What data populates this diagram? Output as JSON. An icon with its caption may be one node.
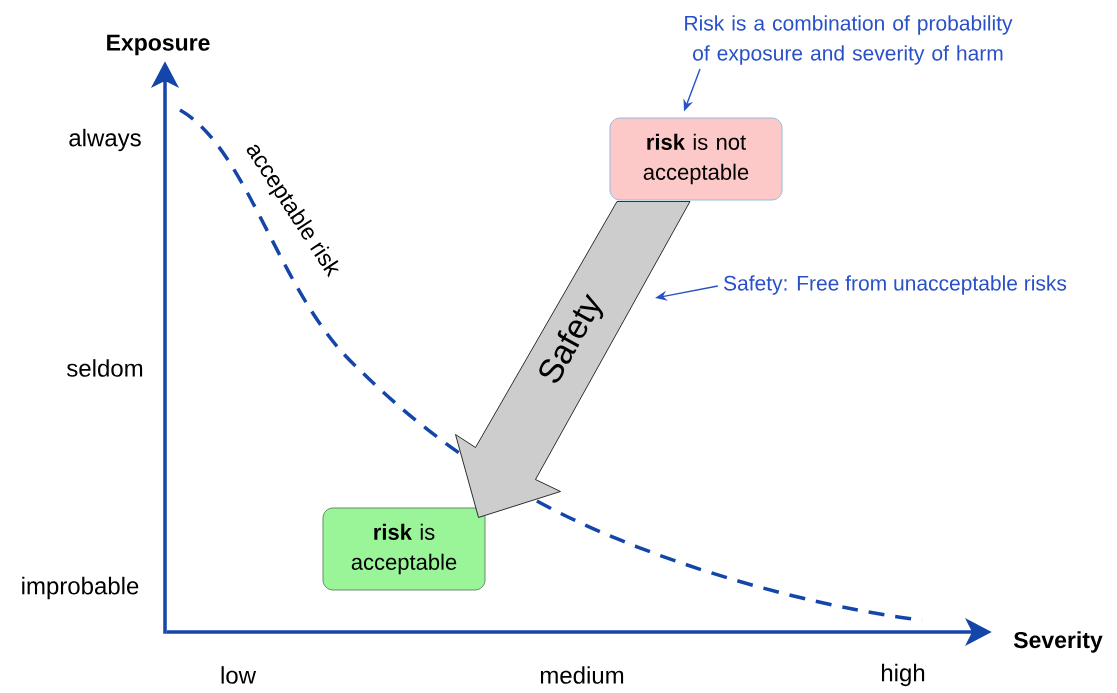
{
  "diagram": {
    "nodes": [
      {
        "text": [
          "**risk** is not acceptable"
        ]
      },
      {
        "text": [
          "**risk** is acceptable"
        ]
      },
      {
        "text": [
          "Risk is a combination of probability of exposure and severity of harm"
        ]
      },
      {
        "text": [
          "Safety: Free from unacceptable risks"
        ]
      }
    ],
    "edges": [
      {
        "from": 0,
        "to": 1,
        "arrow": "to",
        "label": "Safety",
        "style": "thick"
      },
      {
        "from": 2,
        "to": 0,
        "arrow": "to"
      },
      {
        "from": 3,
        "to": null,
        "arrow": "to"
      }
    ],
    "labels": [
      "Exposure",
      "always",
      "acceptable risk",
      "seldom",
      "improbable",
      "Severity",
      "low",
      "medium",
      "high"
    ]
  }
}
